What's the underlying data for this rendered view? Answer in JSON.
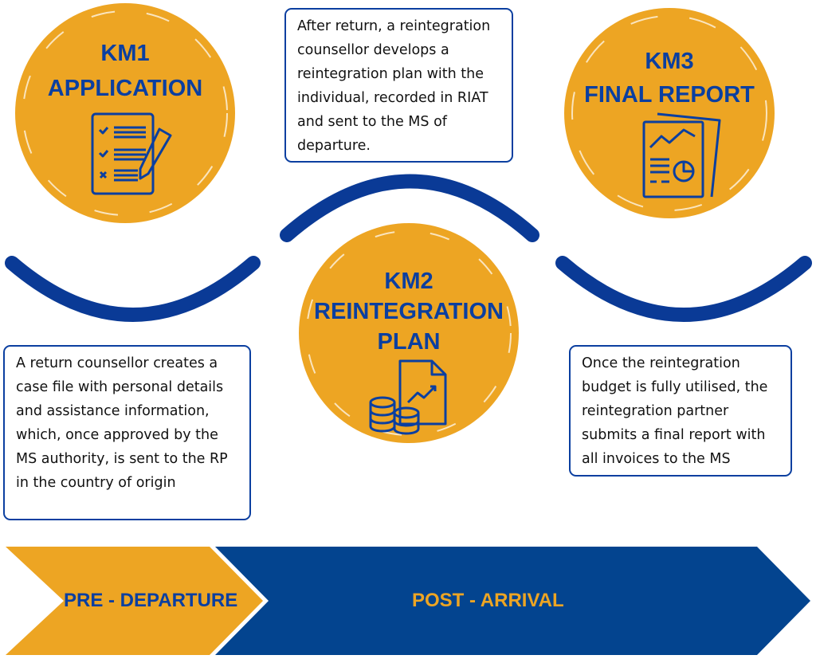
{
  "colors": {
    "orange": "#EDA523",
    "blue": "#03448F",
    "text_blue": "#0b3fa0"
  },
  "milestones": [
    {
      "code": "KM1",
      "title": "APPLICATION",
      "icon": "checklist-pencil-icon"
    },
    {
      "code": "KM2",
      "title": "REINTEGRATION",
      "title2": "PLAN",
      "icon": "document-chart-coins-icon"
    },
    {
      "code": "KM3",
      "title": "FINAL REPORT",
      "icon": "report-charts-icon"
    }
  ],
  "descriptions": {
    "km1": "A return counsellor creates a case file with personal details and assistance information, which, once approved by the MS authority, is sent to the RP in the country of origin",
    "km2": "After return, a reintegration counsellor develops a reintegration plan with the individual, recorded in RIAT and sent to the MS of departure.",
    "km3": "Once the reintegration budget is fully utilised, the reintegration partner submits a final report with all invoices to the MS"
  },
  "phases": {
    "pre": "PRE - DEPARTURE",
    "post": "POST - ARRIVAL"
  }
}
